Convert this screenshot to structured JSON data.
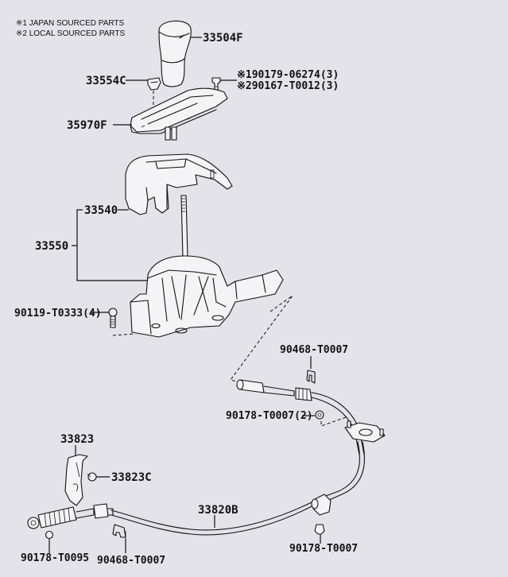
{
  "diagram": {
    "type": "exploded parts diagram",
    "subject": "Floor shift lever and shift control cable assembly",
    "background_color": "#e4e3e9",
    "line_color": "#111111"
  },
  "legend": {
    "note1": "※1 JAPAN SOURCED PARTS",
    "note2": "※2 LOCAL SOURCED PARTS"
  },
  "parts": {
    "knob": "33504F",
    "button": "33554C",
    "screw_1": "※190179-06274(3)",
    "screw_2": "※290167-T0012(3)",
    "indicator_housing": "35970F",
    "cover": "33540",
    "lever_assembly": "33550",
    "bolt": "90119-T0333(4)",
    "clip_upper": "90468-T0007",
    "nut_upper": "90178-T0007(2)",
    "bracket": "33823",
    "bracket_clip": "33823C",
    "cable": "33820B",
    "nut_end": "90178-T0095",
    "clip_lower": "90468-T0007",
    "nut_lower": "90178-T0007"
  }
}
